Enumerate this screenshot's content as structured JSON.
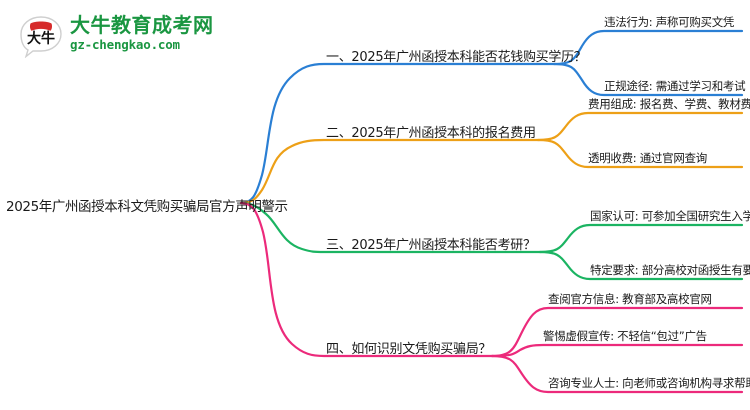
{
  "logo": {
    "mark_name": "daniu-speech-bubble-logo",
    "cn_name": "大牛教育成考网",
    "domain": "gz-chengkao.com",
    "mark_text": "大牛",
    "brand_color": "#1a9641",
    "accent_color": "#d62b2b"
  },
  "mindmap": {
    "root": {
      "label": "2025年广州函授本科文凭购买骗局官方声明警示"
    },
    "branches": [
      {
        "label": "一、2025年广州函授本科能否花钱购买学历？",
        "color": "#2a7fd4",
        "children": [
          {
            "label": "违法行为: 声称可购买文凭"
          },
          {
            "label": "正规途径: 需通过学习和考试"
          }
        ]
      },
      {
        "label": "二、2025年广州函授本科的报名费用",
        "color": "#eda017",
        "children": [
          {
            "label": "费用组成: 报名费、学费、教材费"
          },
          {
            "label": "透明收费: 通过官网查询"
          }
        ]
      },
      {
        "label": "三、2025年广州函授本科能否考研？",
        "color": "#1bb462",
        "children": [
          {
            "label": "国家认可: 可参加全国研究生入学考试"
          },
          {
            "label": "特定要求: 部分高校对函授生有要求"
          }
        ]
      },
      {
        "label": "四、如何识别文凭购买骗局？",
        "color": "#ec2a7b",
        "children": [
          {
            "label": "查阅官方信息: 教育部及高校官网"
          },
          {
            "label": "警惕虚假宣传: 不轻信“包过”广告"
          },
          {
            "label": "咨询专业人士: 向老师或咨询机构寻求帮助"
          }
        ]
      }
    ]
  }
}
